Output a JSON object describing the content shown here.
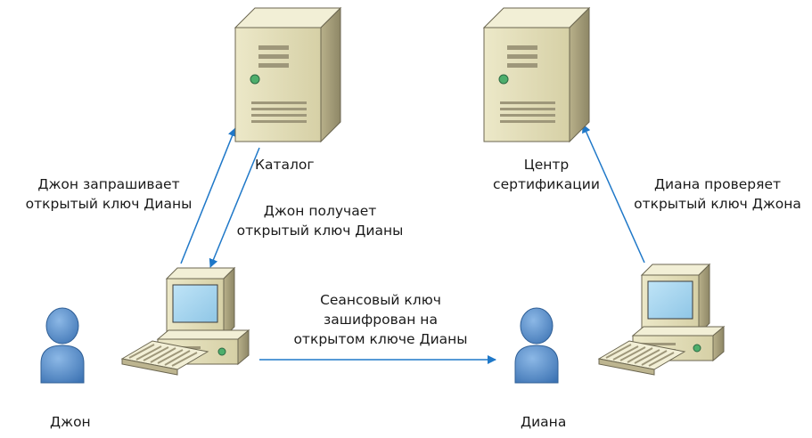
{
  "nodes": {
    "directory": {
      "label": "Каталог"
    },
    "ca": {
      "label_line1": "Центр",
      "label_line2": "сертификации"
    },
    "john": {
      "label": "Джон"
    },
    "diana": {
      "label": "Диана"
    }
  },
  "edges": {
    "john_request": {
      "line1": "Джон запрашивает",
      "line2": "открытый ключ Дианы"
    },
    "john_receive": {
      "line1": "Джон получает",
      "line2": "открытый ключ Дианы"
    },
    "session_key": {
      "line1": "Сеансовый ключ",
      "line2": "зашифрован на",
      "line3": "открытом ключе Дианы"
    },
    "diana_verify": {
      "line1": "Диана проверяет",
      "line2": "открытый ключ Джона"
    }
  },
  "colors": {
    "arrow": "#1F78C8",
    "person": "#4A86C5",
    "server": "#D8D3AE"
  },
  "icons": [
    "server-icon",
    "desktop-computer-icon",
    "keyboard-icon",
    "user-icon"
  ]
}
